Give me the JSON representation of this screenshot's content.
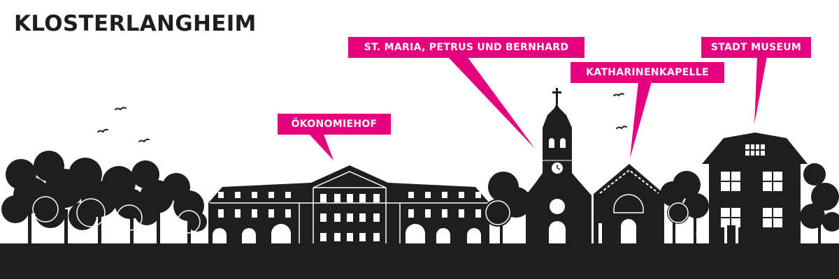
{
  "title": "KLOSTERLANGHEIM",
  "colors": {
    "accent": "#e5007d",
    "silhouette": "#1e1e1e",
    "background": "#ffffff"
  },
  "labels": {
    "oekonomiehof": "ÖKONOMIEHOF",
    "st_maria": "ST. MARIA, PETRUS UND BERNHARD",
    "katharinenkapelle": "KATHARINENKAPELLE",
    "stadt_museum": "STADT MUSEUM"
  }
}
